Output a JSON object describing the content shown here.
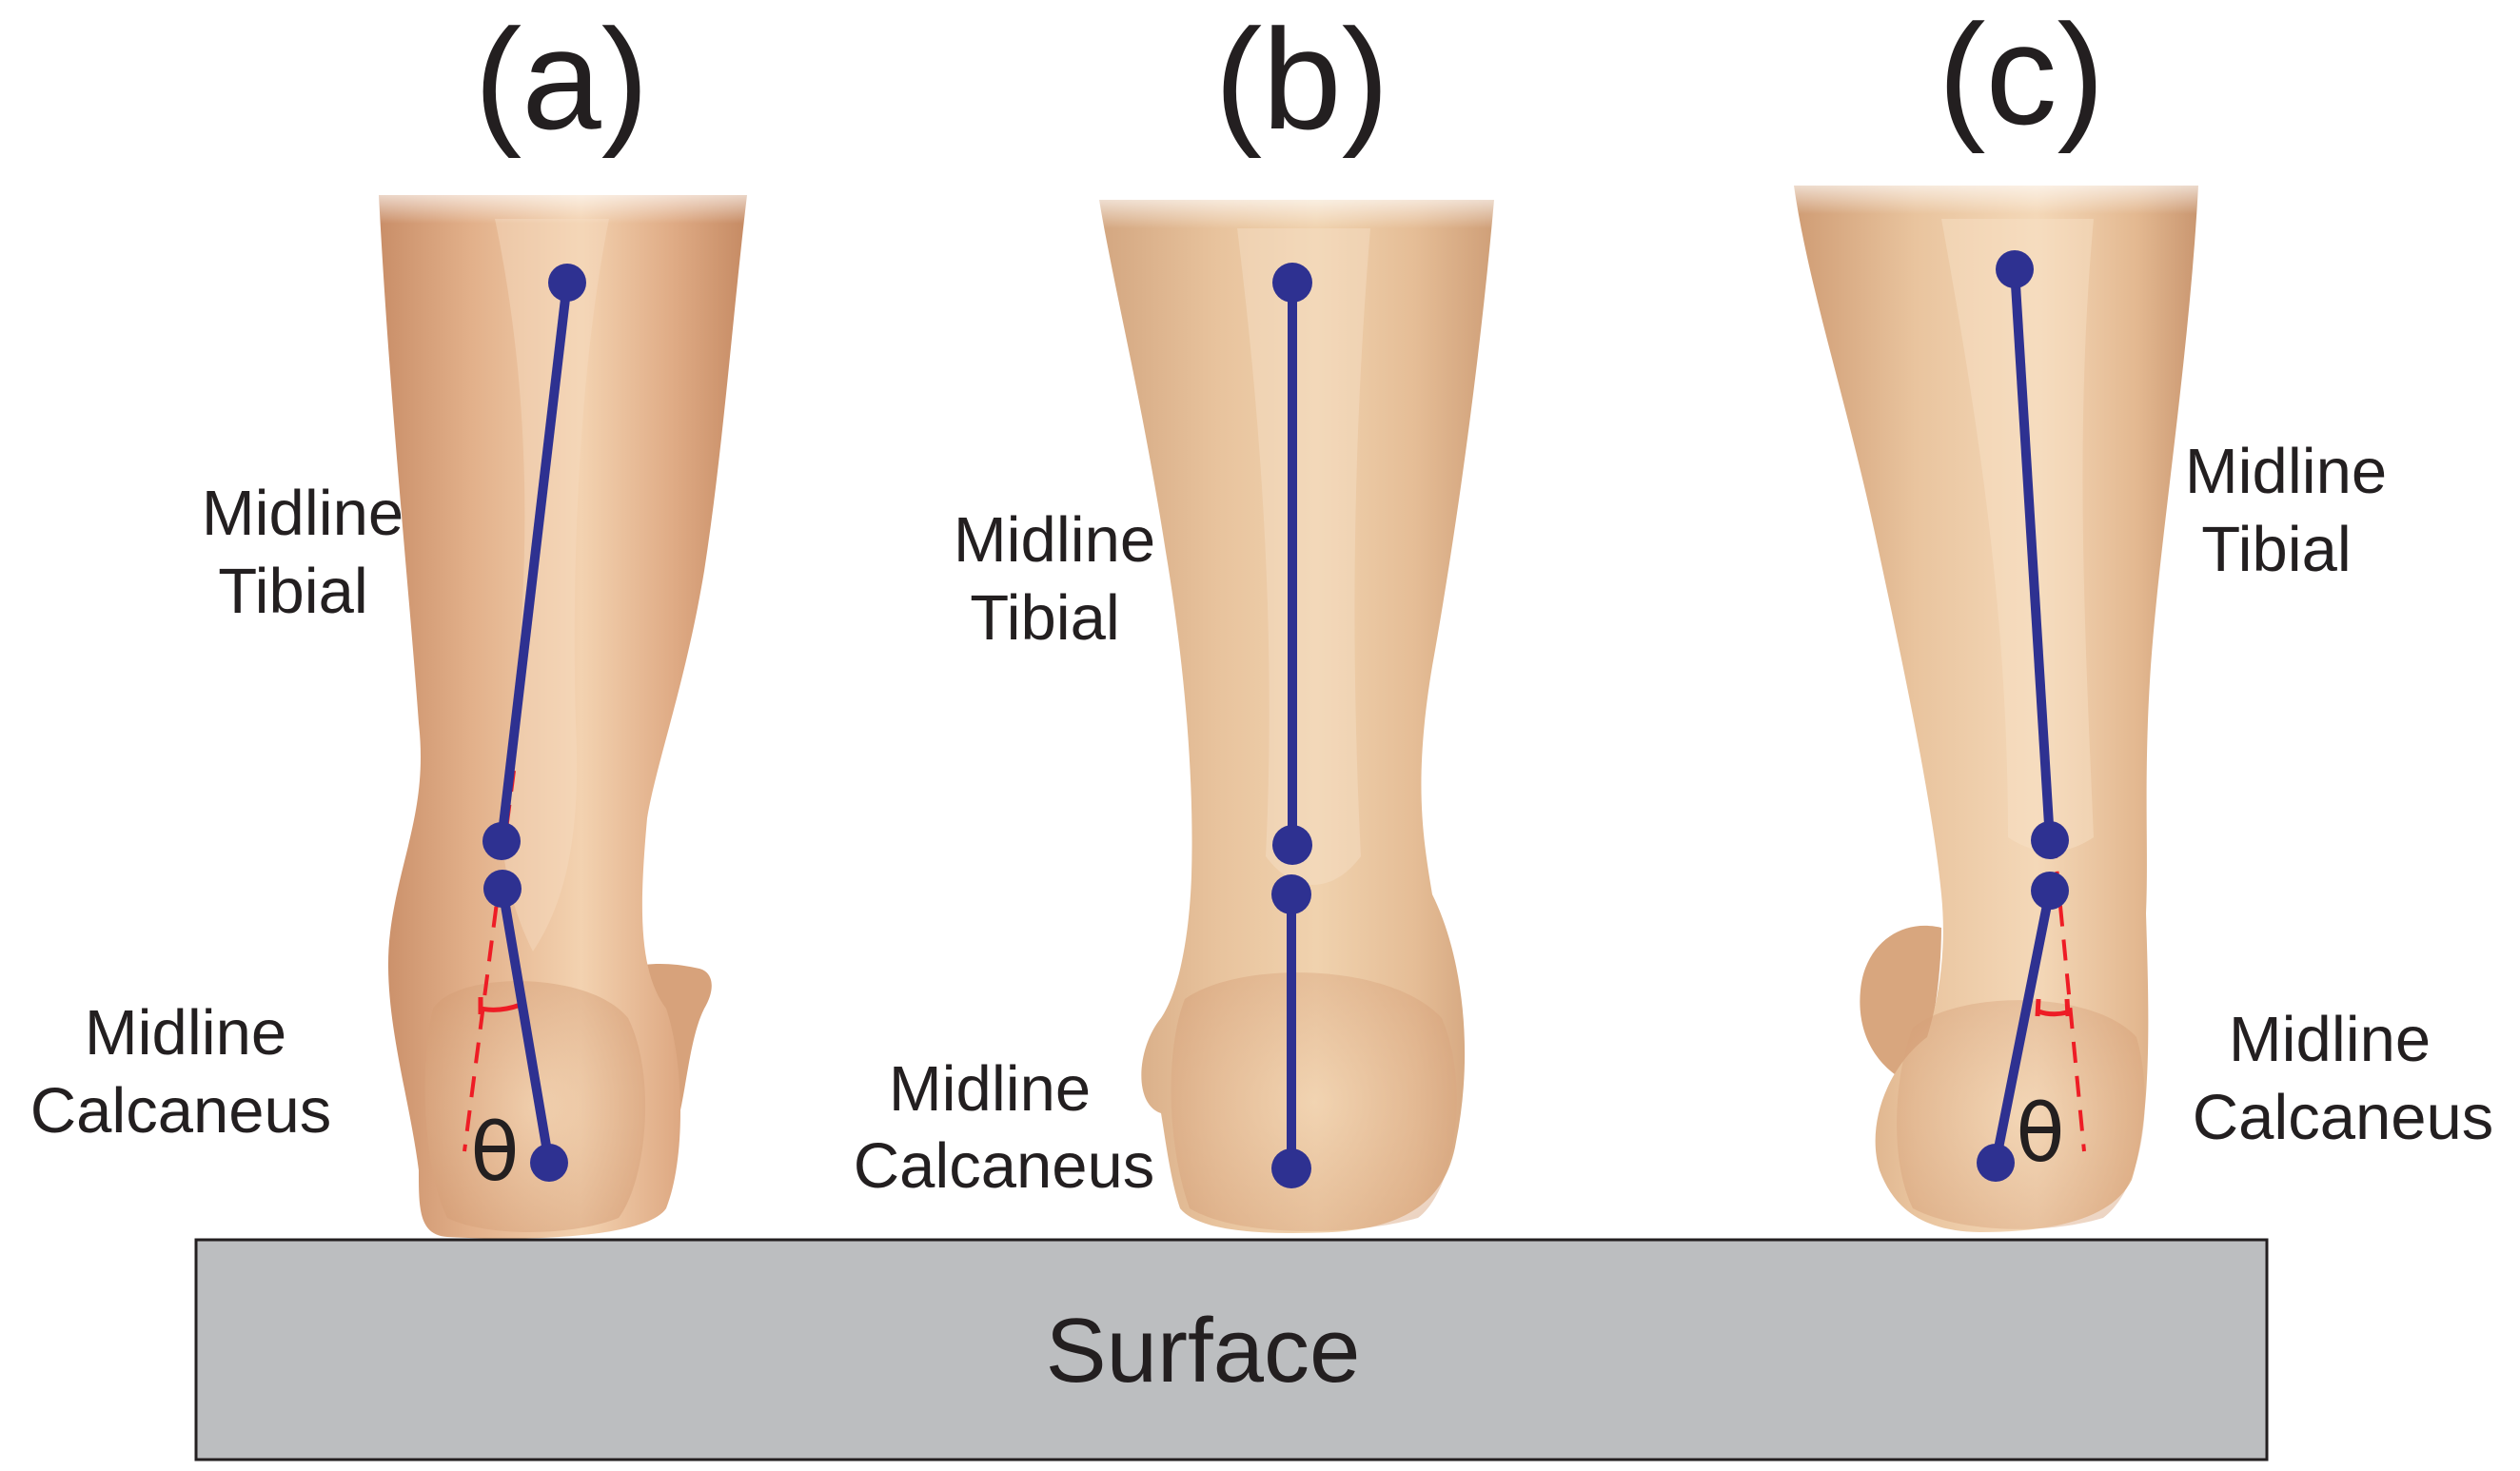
{
  "figure": {
    "panels": [
      {
        "id": "a",
        "letter": "(a)",
        "tibial_label_line1": "Midline",
        "tibial_label_line2": "Tibial",
        "calcaneus_label_line1": "Midline",
        "calcaneus_label_line2": "Calcaneus",
        "angle_symbol": "θ"
      },
      {
        "id": "b",
        "letter": "(b)",
        "tibial_label_line1": "Midline",
        "tibial_label_line2": "Tibial",
        "calcaneus_label_line1": "Midline",
        "calcaneus_label_line2": "Calcaneus"
      },
      {
        "id": "c",
        "letter": "(c)",
        "tibial_label_line1": "Midline",
        "tibial_label_line2": "Tibial",
        "calcaneus_label_line1": "Midline",
        "calcaneus_label_line2": "Calcaneus",
        "angle_symbol": "θ"
      }
    ],
    "surface_label": "Surface",
    "colors": {
      "skin_light": "#f3d2b0",
      "skin_mid": "#e2b08a",
      "skin_dark": "#c98e68",
      "midline": "#2e3191",
      "reference_dashed": "#ee1c25",
      "surface_fill": "#bcbec0",
      "surface_stroke": "#231f20",
      "text": "#231f20"
    }
  }
}
